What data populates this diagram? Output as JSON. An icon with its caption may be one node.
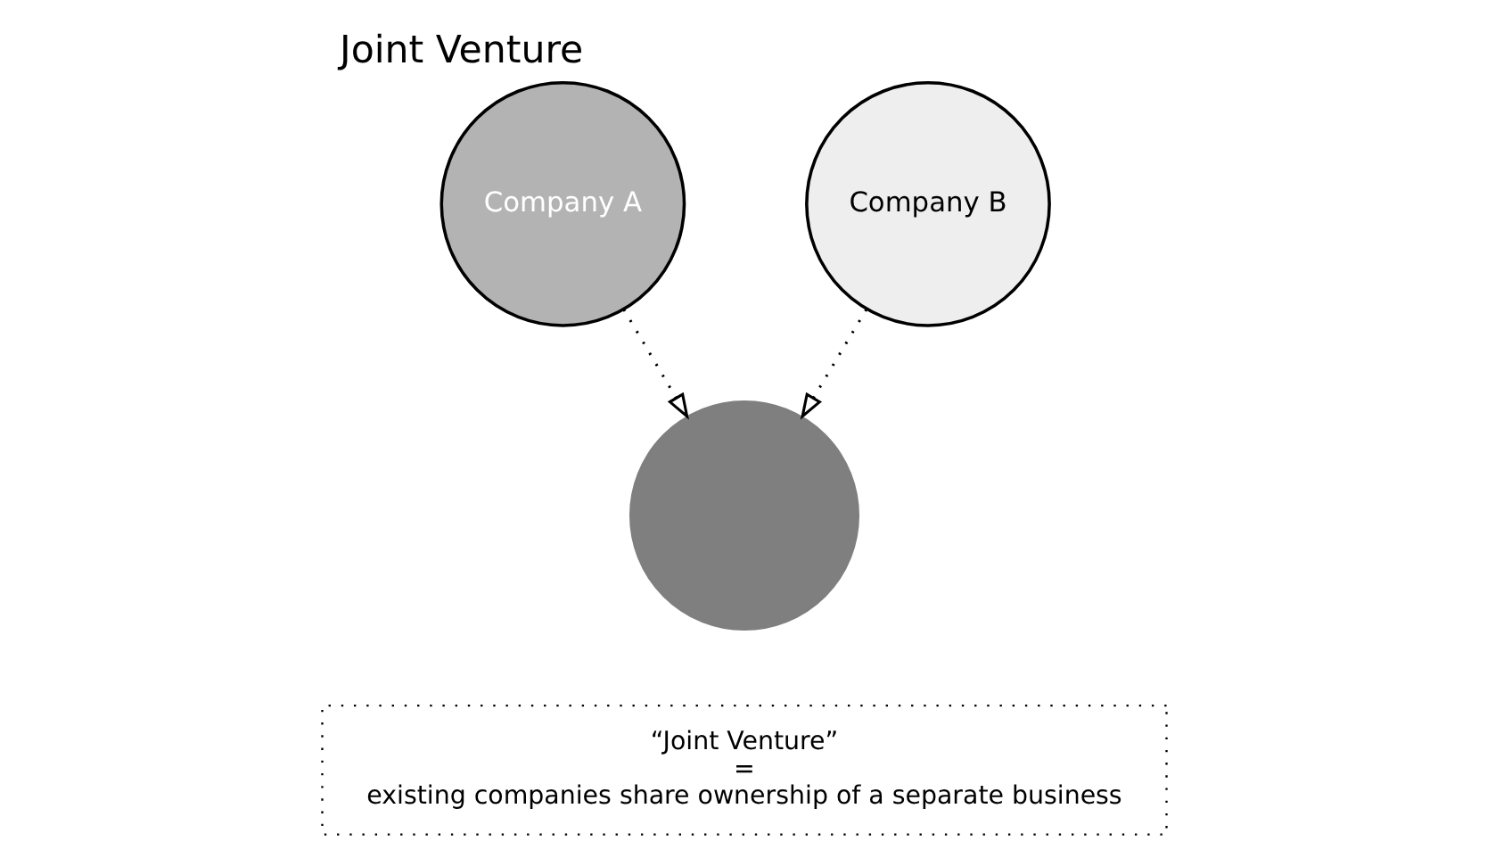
{
  "diagram": {
    "title": "Joint Venture",
    "nodes": [
      {
        "text": [
          "Company A"
        ]
      },
      {
        "text": [
          "Company B"
        ]
      },
      {
        "text": [],
        "shape": "circle"
      },
      {
        "text": [
          "“Joint Venture”",
          "=",
          "existing companies share ownership of a separate business"
        ]
      }
    ],
    "edges": [
      {
        "from": 0,
        "to": 2,
        "arrow": "to",
        "style": "dashed"
      },
      {
        "from": 1,
        "to": 2,
        "arrow": "to",
        "style": "dashed"
      }
    ]
  }
}
